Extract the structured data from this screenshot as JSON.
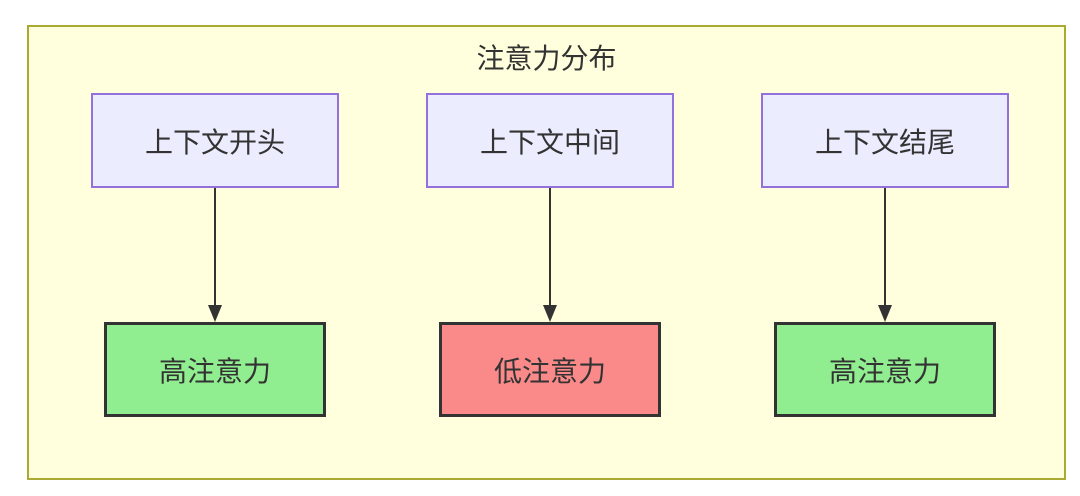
{
  "diagram": {
    "title": "注意力分布",
    "columns": [
      {
        "source": "上下文开头",
        "target": "高注意力",
        "level": "high",
        "target_bg": "#90EE90"
      },
      {
        "source": "上下文中间",
        "target": "低注意力",
        "level": "low",
        "target_bg": "#FA8A8A"
      },
      {
        "source": "上下文结尾",
        "target": "高注意力",
        "level": "high",
        "target_bg": "#90EE90"
      }
    ],
    "colors": {
      "container_bg": "#FFFFDE",
      "container_border": "#AAAA33",
      "source_bg": "#ECECFF",
      "source_border": "#9370DB",
      "high_attention_bg": "#90EE90",
      "low_attention_bg": "#FA8A8A",
      "target_border": "#333333",
      "arrow": "#333333",
      "text": "#333333"
    }
  }
}
